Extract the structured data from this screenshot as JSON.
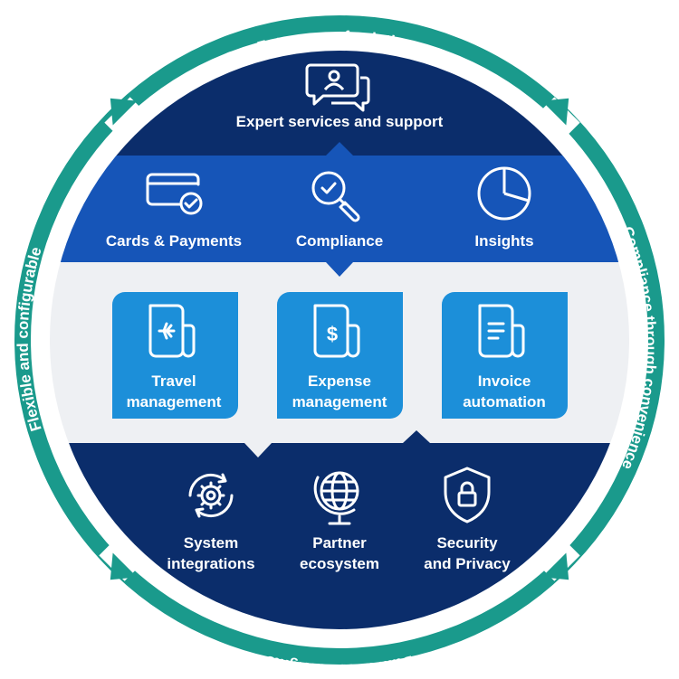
{
  "ring": {
    "color": "#1a9a8c",
    "top_label": "Future-proof solutions",
    "right_label": "Compliance through convenience",
    "bottom_label": "Data-driven insights",
    "left_label": "Flexible and configurable"
  },
  "colors": {
    "navy": "#0b2d6b",
    "royal": "#1655b8",
    "light_band": "#eef0f3",
    "card_blue": "#1c8fd9",
    "text_light": "#ffffff"
  },
  "top_band": {
    "icon": "chat-person-icon",
    "label": "Expert services and support"
  },
  "middle_band": {
    "items": [
      {
        "icon": "credit-card-check-icon",
        "label": "Cards & Payments"
      },
      {
        "icon": "magnifier-check-icon",
        "label": "Compliance"
      },
      {
        "icon": "pie-chart-icon",
        "label": "Insights"
      }
    ]
  },
  "cards": [
    {
      "icon": "document-plane-icon",
      "line1": "Travel",
      "line2": "management"
    },
    {
      "icon": "document-dollar-icon",
      "line1": "Expense",
      "line2": "management"
    },
    {
      "icon": "document-lines-icon",
      "line1": "Invoice",
      "line2": "automation"
    }
  ],
  "bottom_band": {
    "items": [
      {
        "icon": "gear-sync-icon",
        "line1": "System",
        "line2": "integrations"
      },
      {
        "icon": "globe-icon",
        "line1": "Partner",
        "line2": "ecosystem"
      },
      {
        "icon": "shield-lock-icon",
        "line1": "Security",
        "line2": "and Privacy"
      }
    ]
  }
}
